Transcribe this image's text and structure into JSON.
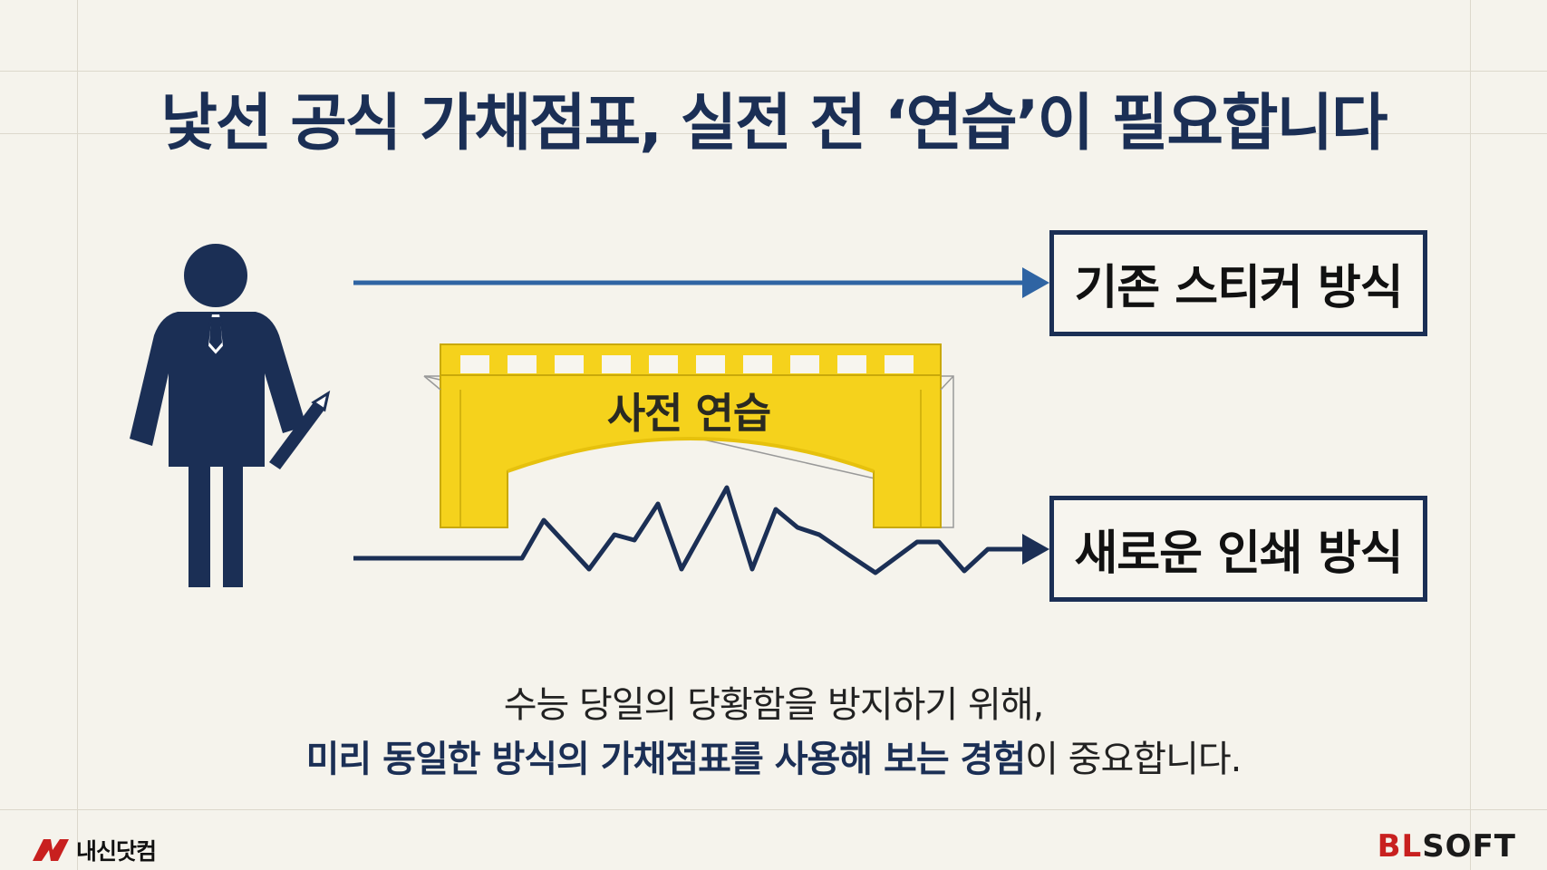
{
  "title": "낯선 공식 가채점표, 실전 전 ‘연습’이 필요합니다",
  "diagram": {
    "top_label": "기존 스티커 방식",
    "bridge_label": "사전 연습",
    "bottom_label": "새로운 인쇄 방식"
  },
  "caption": {
    "line1": "수능 당일의 당황함을 방지하기 위해,",
    "line2_emphasis": "미리 동일한 방식의 가채점표를 사용해 보는 경험",
    "line2_rest": "이 중요합니다."
  },
  "logos": {
    "left_name": "내신닷컴",
    "right_bl": "BL",
    "right_soft": "SOFT"
  },
  "colors": {
    "navy": "#1b2f55",
    "blue_arrow": "#2f64a3",
    "bridge_yellow": "#f5d21c",
    "background": "#f5f3ec",
    "brand_red": "#c8201f"
  }
}
